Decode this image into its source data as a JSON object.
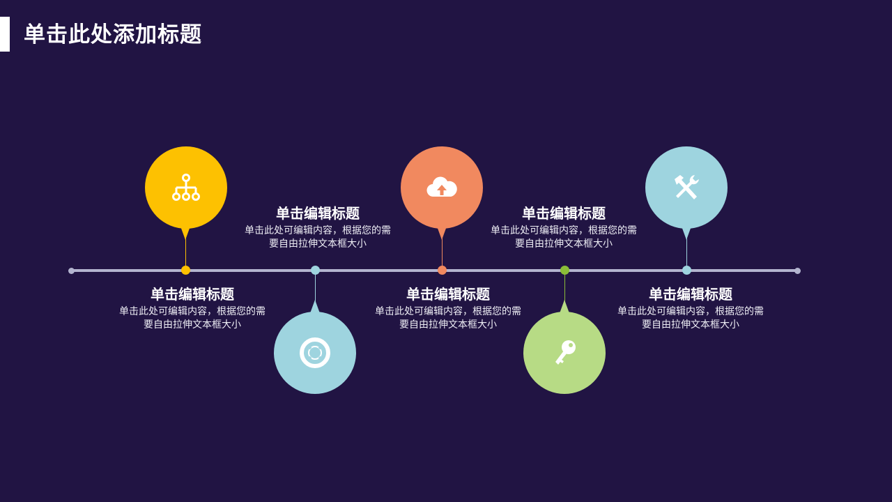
{
  "title": "单击此处添加标题",
  "colors": {
    "background": "#211443",
    "timeline": "#b3b4cf",
    "yellow": "#fdc101",
    "blue": "#9ed4df",
    "orange": "#f1895f",
    "green": "#b7db85",
    "green_dot": "#8bbd38"
  },
  "milestones": [
    {
      "icon": "hierarchy-icon",
      "color": "#fdc101",
      "title": "单击编辑标题",
      "desc_line1": "单击此处可编辑内容，根据您的需",
      "desc_line2": "要自由拉伸文本框大小"
    },
    {
      "icon": "lifebuoy-icon",
      "color": "#9ed4df",
      "title": "单击编辑标题",
      "desc_line1": "单击此处可编辑内容，根据您的需",
      "desc_line2": "要自由拉伸文本框大小"
    },
    {
      "icon": "cloud-upload-icon",
      "color": "#f1895f",
      "title": "单击编辑标题",
      "desc_line1": "单击此处可编辑内容，根据您的需",
      "desc_line2": "要自由拉伸文本框大小"
    },
    {
      "icon": "key-icon",
      "color": "#b7db85",
      "title": "单击编辑标题",
      "desc_line1": "单击此处可编辑内容，根据您的需",
      "desc_line2": "要自由拉伸文本框大小"
    },
    {
      "icon": "tools-icon",
      "color": "#9ed4df",
      "title": "单击编辑标题",
      "desc_line1": "单击此处可编辑内容，根据您的需",
      "desc_line2": "要自由拉伸文本框大小"
    }
  ]
}
